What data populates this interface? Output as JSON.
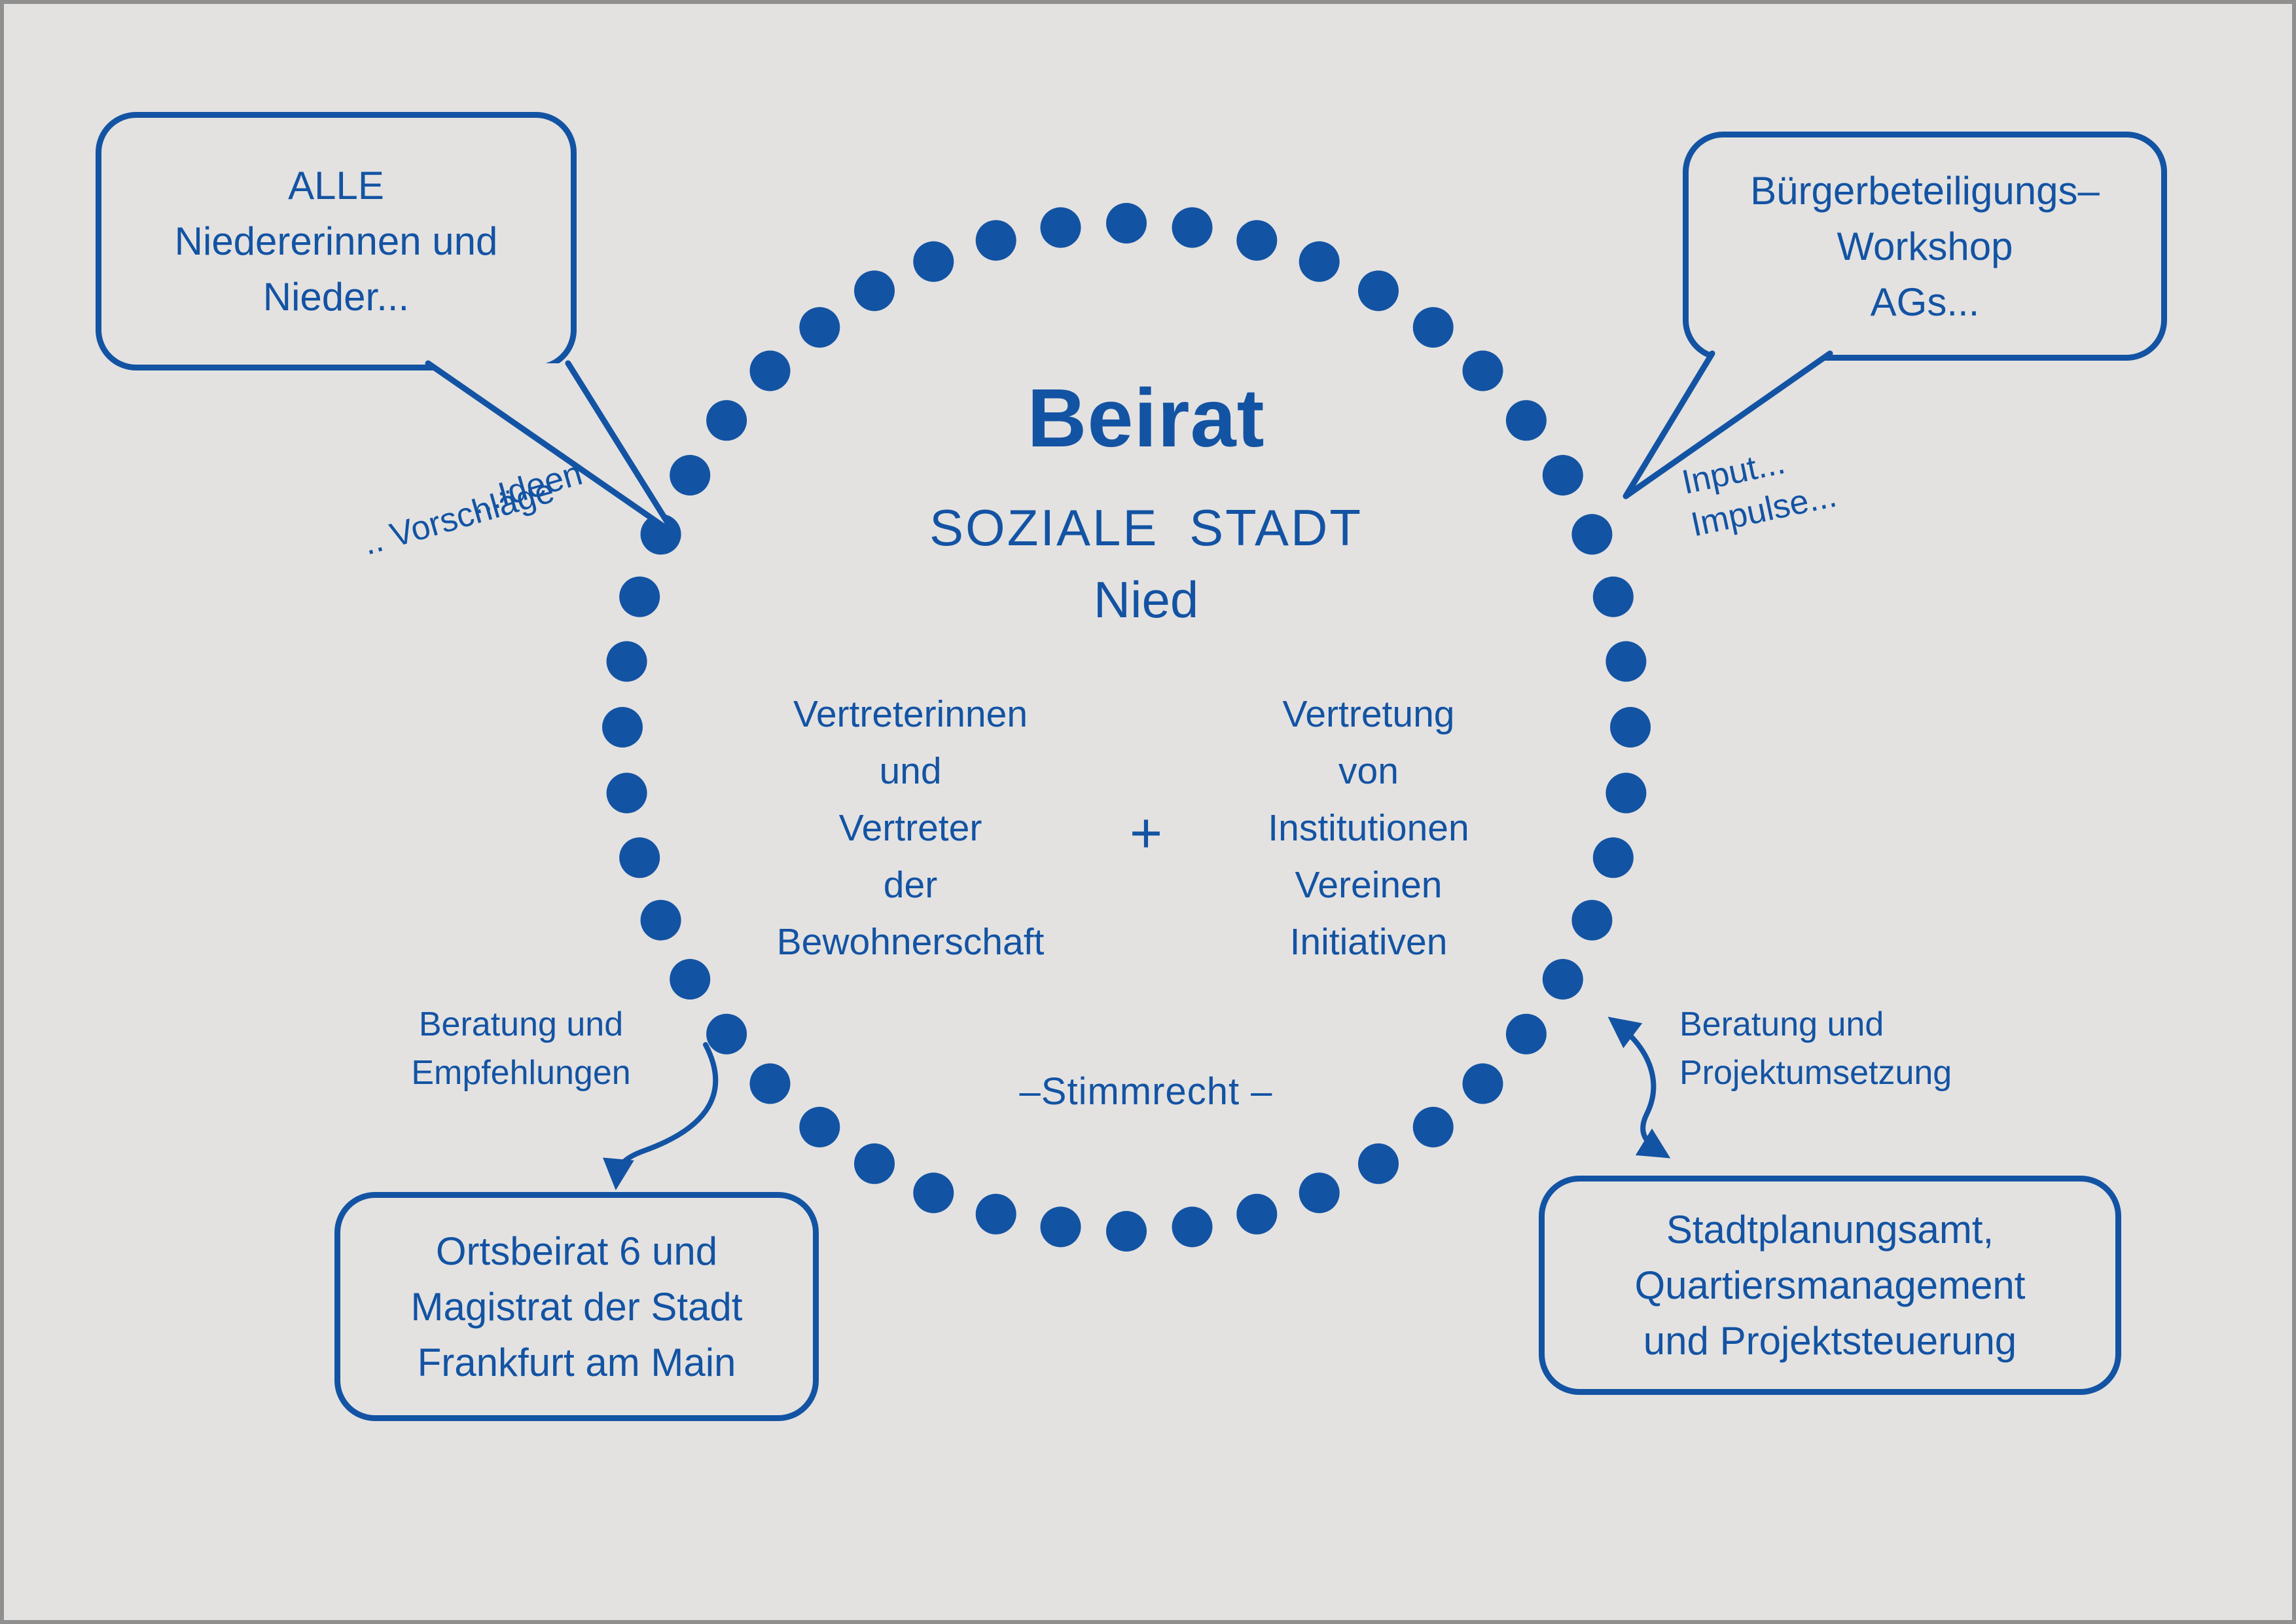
{
  "colors": {
    "blue": "#1353a3",
    "background": "#e3e2e1",
    "frame": "#8f8f8f"
  },
  "circle": {
    "dot_count": 48,
    "title": "Beirat",
    "subtitle": "SOZIALE STADT",
    "subtitle2": "Nied",
    "left_column": [
      "Vertreterinnen",
      "und",
      "Vertreter",
      "der",
      "Bewohnerschaft"
    ],
    "plus": "+",
    "right_column": [
      "Vertretung",
      "von",
      "Institutionen",
      "Vereinen",
      "Initiativen"
    ],
    "voting_note": "–Stimmrecht –"
  },
  "bubbles": {
    "top_left": {
      "lines": [
        "ALLE",
        "Niedererinnen und",
        "Nieder..."
      ]
    },
    "top_right": {
      "lines": [
        "Bürgerbeteiligungs–",
        "Workshop",
        "AGs..."
      ]
    },
    "bottom_left": {
      "lines": [
        "Ortsbeirat 6 und",
        "Magistrat der Stadt",
        "Frankfurt am Main"
      ]
    },
    "bottom_right": {
      "lines": [
        "Stadtplanungsamt,",
        "Quartiersmanagement",
        "und Projektsteuerung"
      ]
    }
  },
  "labels": {
    "ideen": "...Ideen",
    "vorschlaege": ".. Vorschläge",
    "input": "Input...",
    "impulse": "Impulse...",
    "beratung_links_1": "Beratung und",
    "beratung_links_2": "Empfehlungen",
    "beratung_rechts_1": "Beratung und",
    "beratung_rechts_2": "Projektumsetzung"
  }
}
